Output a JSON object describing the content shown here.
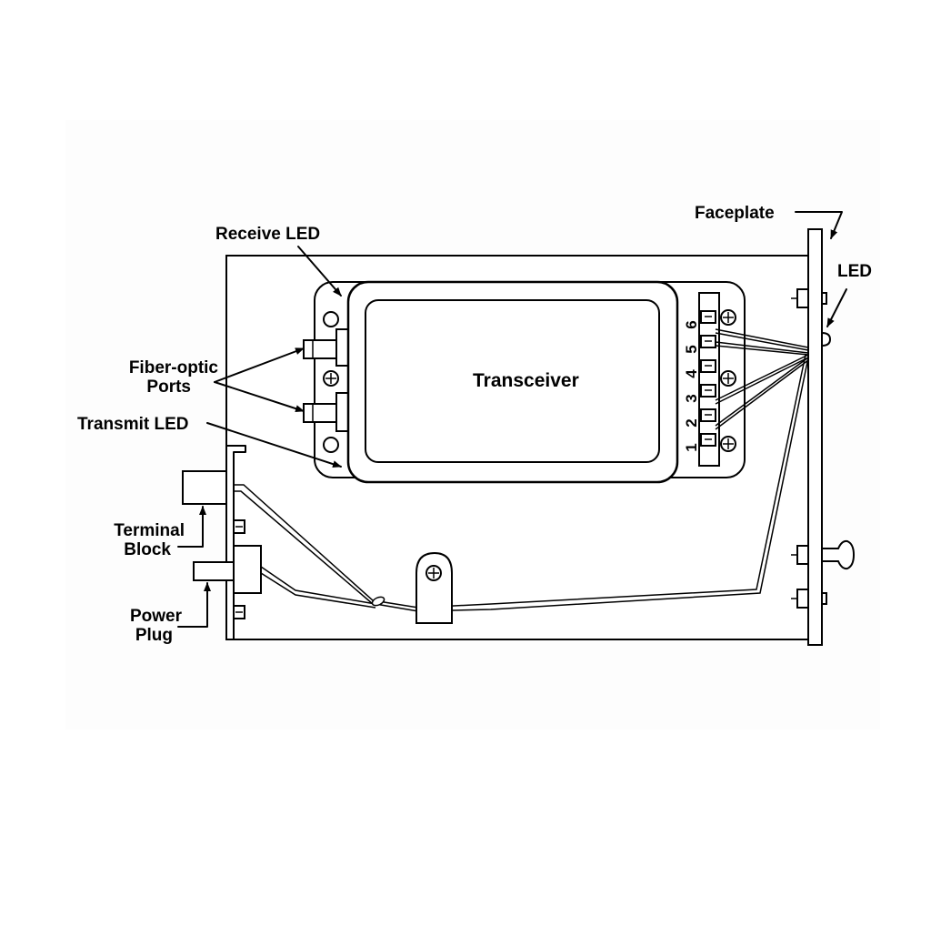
{
  "labels": {
    "faceplate": "Faceplate",
    "receive_led": "Receive LED",
    "led": "LED",
    "fiber_optic_line1": "Fiber-optic",
    "fiber_optic_line2": "Ports",
    "transmit_led": "Transmit LED",
    "transceiver": "Transceiver",
    "terminal_block_line1": "Terminal",
    "terminal_block_line2": "Block",
    "power_plug_line1": "Power",
    "power_plug_line2": "Plug"
  },
  "terminal_numbers": [
    "6",
    "5",
    "4",
    "3",
    "2",
    "1"
  ],
  "colors": {
    "line": "#000000",
    "panel": "#fdfdfd",
    "background": "#ffffff"
  }
}
